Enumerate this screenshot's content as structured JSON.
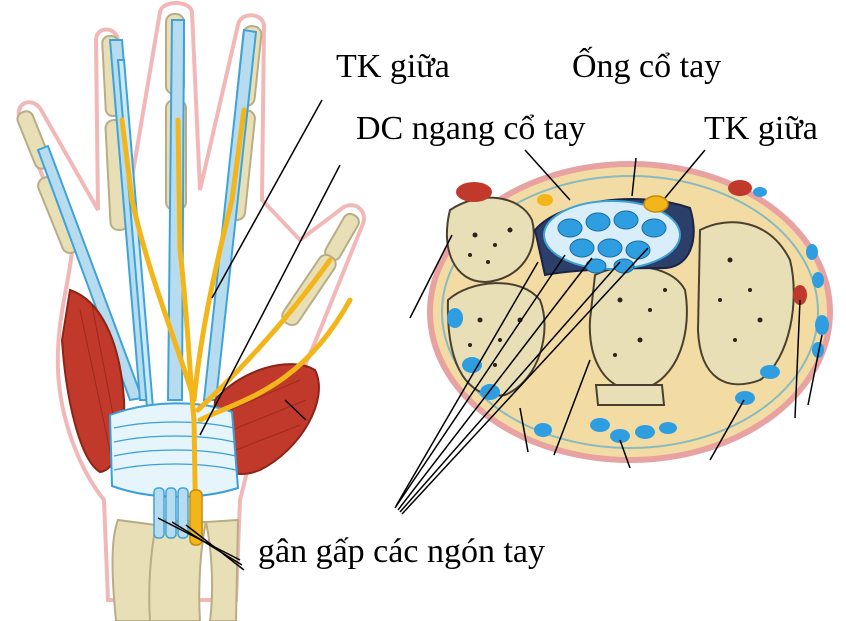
{
  "labels": {
    "median_nerve_top": "TK giữa",
    "carpal_tunnel": "Ống cổ tay",
    "transverse_ligament": "DC ngang cổ tay",
    "median_nerve_cross": "TK giữa",
    "flexor_tendons": "gân gấp các ngón tay"
  },
  "colors": {
    "skin_outline": "#f2b8b8",
    "bone": "#e9dfb6",
    "bone_outline": "#b8ad86",
    "tendon": "#b7dcf0",
    "tendon_outline": "#3fa3d6",
    "nerve": "#f2b61a",
    "nerve_outline": "#c68a0a",
    "muscle": "#c0392b",
    "muscle_dark": "#8e2418",
    "ligament": "#e6f4fb",
    "ligament_line": "#3aa0d8",
    "cross_fill": "#f3dca3",
    "cross_skin": "#e8a2a2",
    "leader_line": "#000000"
  }
}
